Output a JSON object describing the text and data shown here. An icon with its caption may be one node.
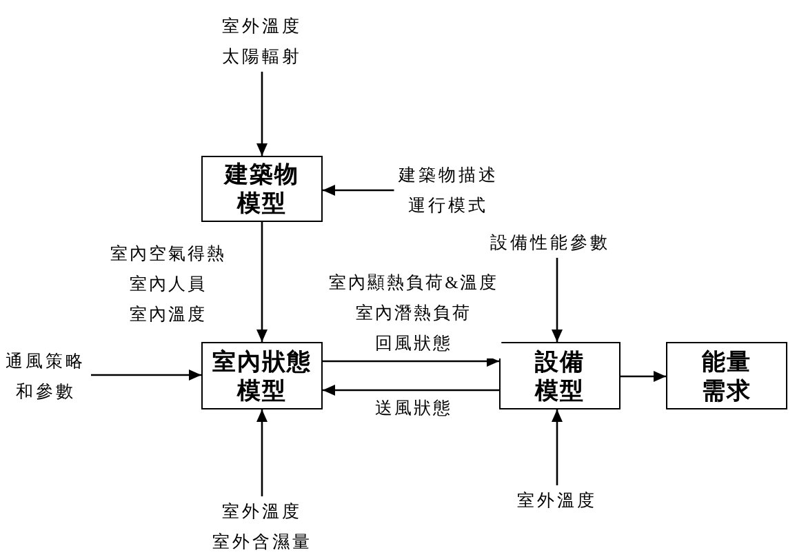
{
  "diagram": {
    "nodes": [
      {
        "text": [
          "室外溫度",
          "太陽輻射"
        ]
      },
      {
        "text": [
          "建築物模型"
        ]
      },
      {
        "text": [
          "建築物描述",
          "運行模式"
        ]
      },
      {
        "text": [
          "設備性能參數"
        ]
      },
      {
        "text": [
          "通風策略和參數"
        ]
      },
      {
        "text": [
          "室內狀態模型"
        ]
      },
      {
        "text": [
          "設備模型"
        ]
      },
      {
        "text": [
          "能量需求"
        ]
      },
      {
        "text": [
          "室外溫度",
          "室外含濕量"
        ]
      },
      {
        "text": [
          "室外溫度"
        ]
      }
    ],
    "edges": [
      {
        "from": 0,
        "to": 1,
        "arrow": "to"
      },
      {
        "from": 2,
        "to": 1,
        "arrow": "to"
      },
      {
        "from": 1,
        "to": 5,
        "arrow": "to",
        "label": "室內空氣得熱室內人員室內溫度"
      },
      {
        "from": 3,
        "to": 6,
        "arrow": "to"
      },
      {
        "from": 5,
        "to": 6,
        "arrow": "to",
        "label": "室內顯熱負荷&溫度室內潛熱負荷回風狀態"
      },
      {
        "from": 4,
        "to": 5,
        "arrow": "to"
      },
      {
        "from": 6,
        "to": 7,
        "arrow": "to"
      },
      {
        "from": 6,
        "to": 5,
        "arrow": "to",
        "label": "送風狀態"
      },
      {
        "from": 8,
        "to": 5,
        "arrow": "to"
      },
      {
        "from": 9,
        "to": 6,
        "arrow": "to"
      }
    ]
  }
}
